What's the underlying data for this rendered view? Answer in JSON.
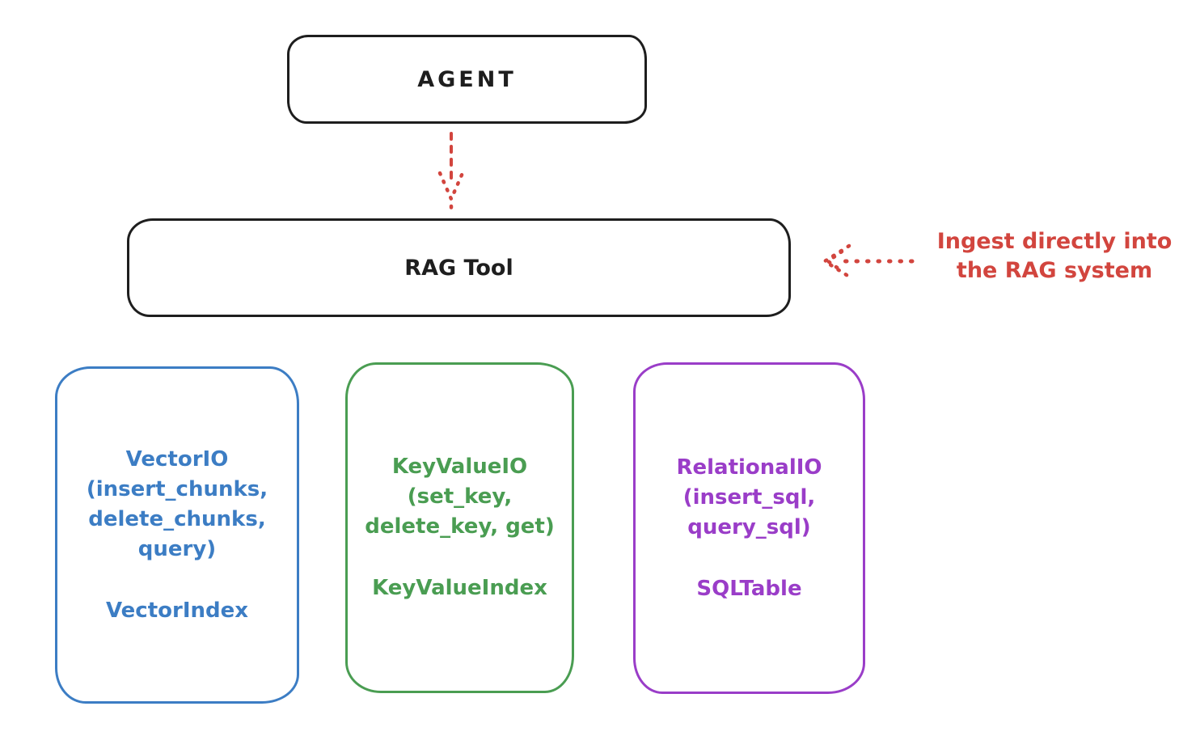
{
  "diagram": {
    "agent": {
      "label": "AGENT"
    },
    "rag_tool": {
      "label": "RAG Tool"
    },
    "annotation": {
      "line1": "Ingest directly into",
      "line2": "the RAG system",
      "color": "#d2453e"
    },
    "arrows": {
      "agent_to_rag": {
        "style": "dashed",
        "direction": "down",
        "color": "#d2453e"
      },
      "ingest_into_rag": {
        "style": "dotted",
        "direction": "left",
        "color": "#d2453e"
      }
    },
    "io_boxes": [
      {
        "id": "vector-io",
        "accent": "#3c7dc4",
        "lines": [
          "VectorIO",
          "(insert_chunks,",
          "delete_chunks,",
          "query)"
        ],
        "index_label": "VectorIndex"
      },
      {
        "id": "keyvalue-io",
        "accent": "#4a9d52",
        "lines": [
          "KeyValueIO",
          "(set_key,",
          "delete_key, get)"
        ],
        "index_label": "KeyValueIndex"
      },
      {
        "id": "relational-io",
        "accent": "#9a3dc8",
        "lines": [
          "RelationalIO",
          "(insert_sql,",
          "query_sql)"
        ],
        "index_label": "SQLTable"
      }
    ],
    "colors": {
      "ink": "#1e1e1e",
      "red": "#d2453e",
      "blue": "#3c7dc4",
      "green": "#4a9d52",
      "purple": "#9a3dc8",
      "background": "#ffffff"
    }
  }
}
